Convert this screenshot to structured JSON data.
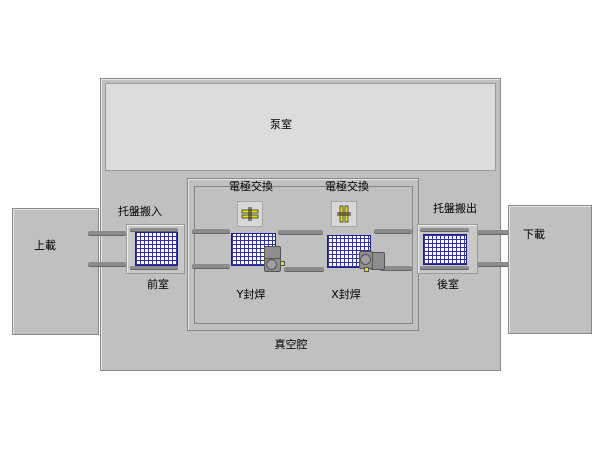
{
  "labels": {
    "pump_room": "泵室",
    "load": "上載",
    "unload": "下載",
    "tray_in": "托盤搬入",
    "front_chamber": "前室",
    "electrode_change_1": "電極交換",
    "electrode_change_2": "電極交換",
    "y_weld": "Y封焊",
    "x_weld": "X封焊",
    "vacuum_chamber": "真空腔",
    "tray_out": "托盤搬出",
    "rear_chamber": "後室"
  },
  "colors": {
    "grid": "#3030b0",
    "electrode": "#e8e000",
    "panel": "#c0c0c0"
  }
}
